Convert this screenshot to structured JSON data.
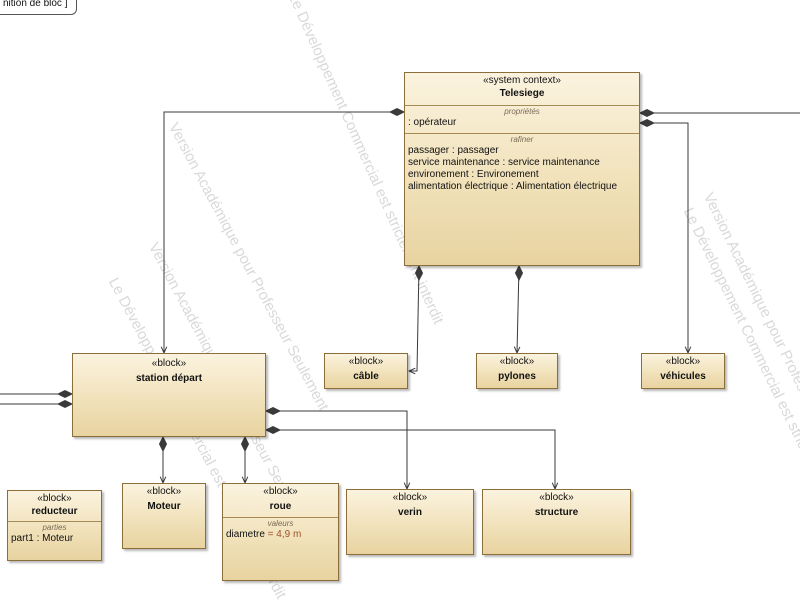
{
  "frame": {
    "label": "nition de bloc ]"
  },
  "watermarks": [
    "Version Académique pour Professeur Seulement",
    "Le Développement Commercial est strictement interdit",
    "Version Académique pour Professeur Seulement",
    "Le Développement Commercial est strictement interdit",
    "Version Académique pour Professeur Seulement",
    "Le Développement Commercial est strictement interdit"
  ],
  "blocks": {
    "telesiege": {
      "stereotype": "«system context»",
      "name": "Telesiege",
      "comp1_title": "propriétés",
      "comp1_rows": [
        ": opérateur"
      ],
      "comp2_title": "rafiner",
      "comp2_rows": [
        "passager : passager",
        "service maintenance : service maintenance",
        "environement : Environement",
        "alimentation électrique : Alimentation électrique"
      ]
    },
    "cable": {
      "stereotype": "«block»",
      "name": "câble"
    },
    "pylones": {
      "stereotype": "«block»",
      "name": "pylones"
    },
    "vehicules": {
      "stereotype": "«block»",
      "name": "véhicules"
    },
    "station": {
      "stereotype": "«block»",
      "name": "station départ"
    },
    "reducteur": {
      "stereotype": "«block»",
      "name": "reducteur",
      "comp_title": "parties",
      "rows": [
        "part1 : Moteur"
      ]
    },
    "moteur": {
      "stereotype": "«block»",
      "name": "Moteur"
    },
    "roue": {
      "stereotype": "«block»",
      "name": "roue",
      "comp_title": "valeurs",
      "row_label": "diametre",
      "row_value": " = 4,9 m"
    },
    "verin": {
      "stereotype": "«block»",
      "name": "verin"
    },
    "structure": {
      "stereotype": "«block»",
      "name": "structure"
    }
  },
  "colors": {
    "block_border": "#8c6e3a",
    "block_fill_top": "#fbf3df",
    "block_fill_bottom": "#e8d3a0",
    "line": "#3a3a3a",
    "watermark": "#d9d9d9",
    "value_text": "#a0522d"
  }
}
